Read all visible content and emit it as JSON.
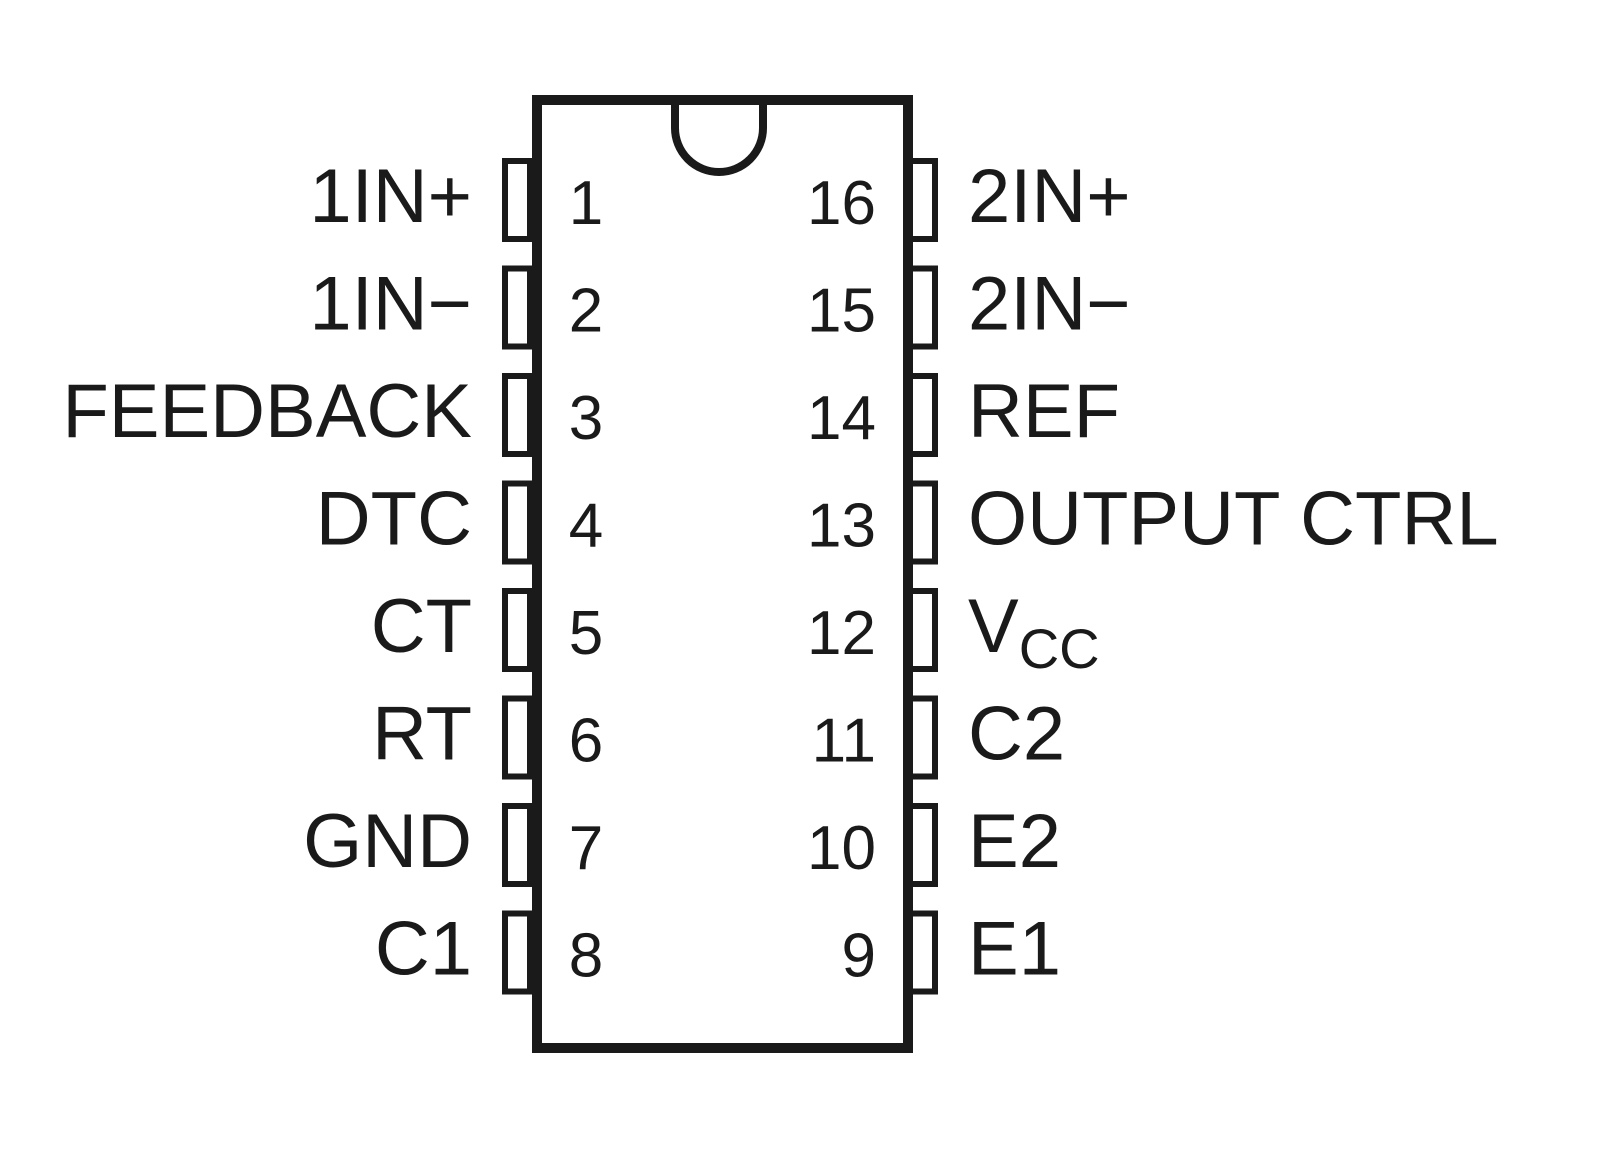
{
  "package": {
    "left_pins": [
      {
        "number": "1",
        "label": "1IN+"
      },
      {
        "number": "2",
        "label": "1IN−"
      },
      {
        "number": "3",
        "label": "FEEDBACK"
      },
      {
        "number": "4",
        "label": "DTC"
      },
      {
        "number": "5",
        "label": "CT"
      },
      {
        "number": "6",
        "label": "RT"
      },
      {
        "number": "7",
        "label": "GND"
      },
      {
        "number": "8",
        "label": "C1"
      }
    ],
    "right_pins": [
      {
        "number": "16",
        "label": "2IN+"
      },
      {
        "number": "15",
        "label": "2IN−"
      },
      {
        "number": "14",
        "label": "REF"
      },
      {
        "number": "13",
        "label": "OUTPUT CTRL"
      },
      {
        "number": "12",
        "label": "V",
        "label_sub": "CC"
      },
      {
        "number": "11",
        "label": "C2"
      },
      {
        "number": "10",
        "label": "E2"
      },
      {
        "number": "9",
        "label": "E1"
      }
    ]
  }
}
